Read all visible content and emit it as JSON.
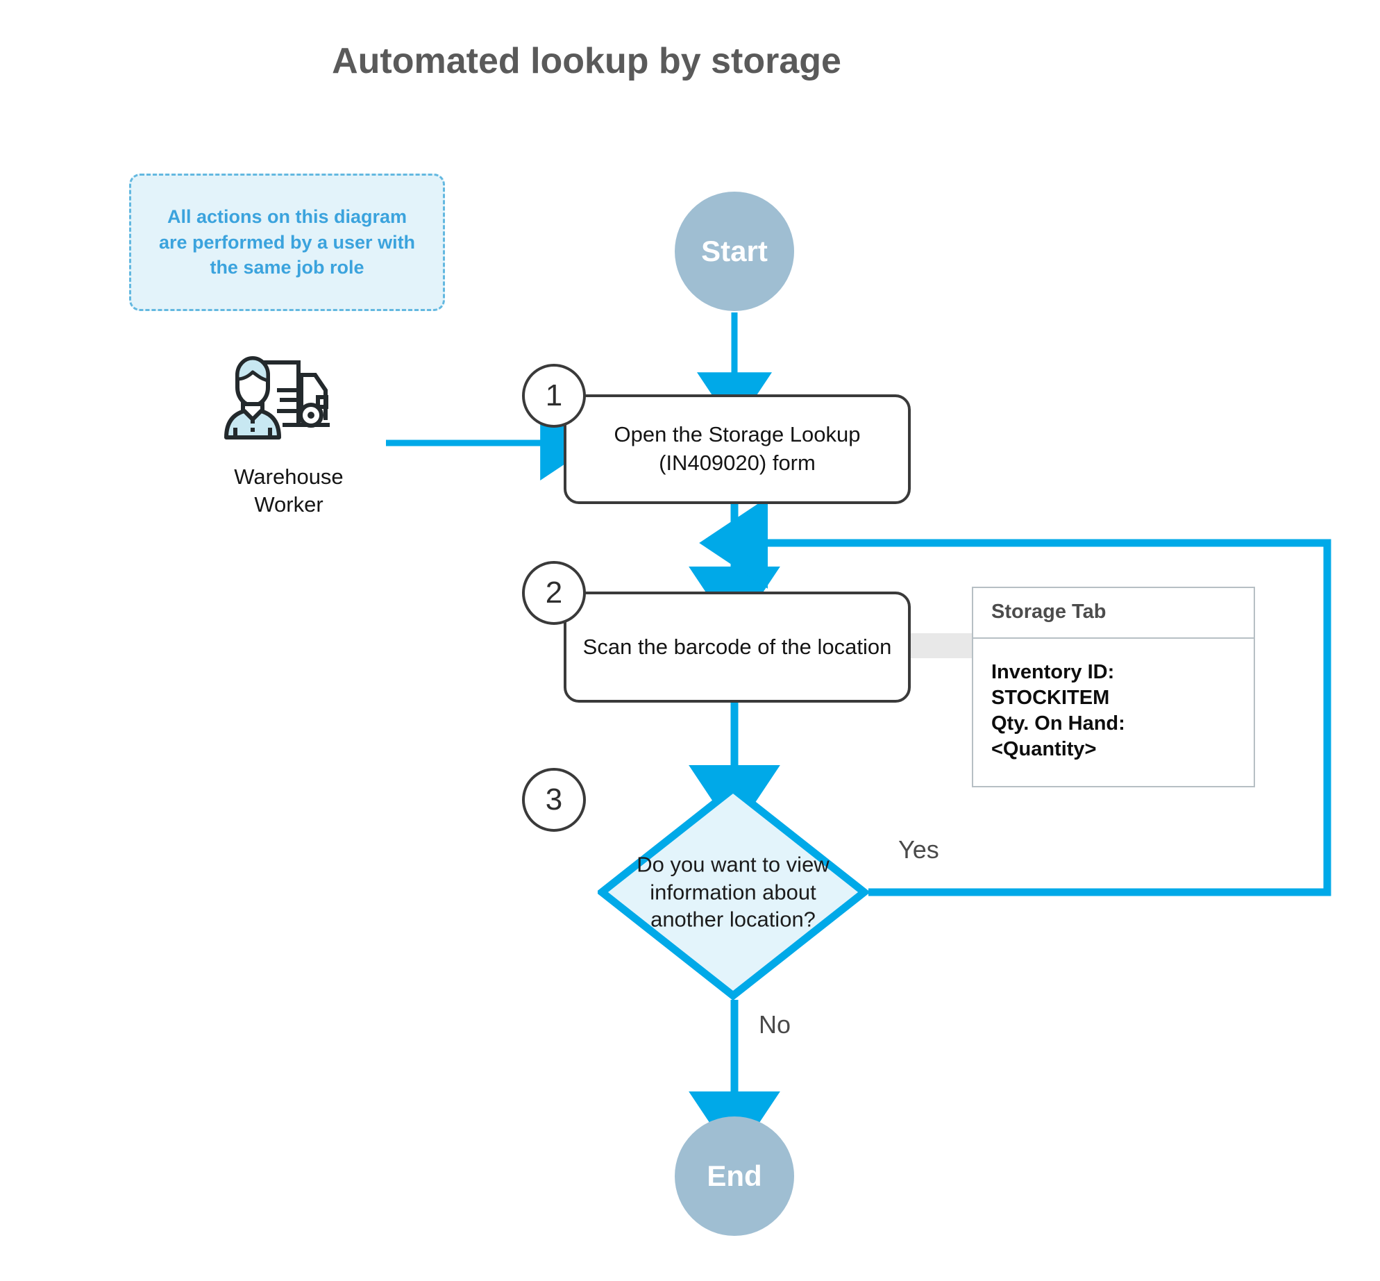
{
  "title": "Automated lookup by storage",
  "note": {
    "text": "All actions on this diagram\nare performed by a user with\nthe same job role"
  },
  "actor": {
    "icon": "warehouse-worker-truck-icon",
    "label": "Warehouse\nWorker"
  },
  "nodes": {
    "start": {
      "label": "Start",
      "shape": "circle"
    },
    "end": {
      "label": "End",
      "shape": "circle"
    },
    "step1": {
      "number": "1",
      "text": "Open the Storage Lookup\n(IN409020) form"
    },
    "step2": {
      "number": "2",
      "text": "Scan the barcode of the location"
    },
    "decision": {
      "number": "3",
      "text": "Do you want to view\ninformation about\nanother location?"
    }
  },
  "branches": {
    "yes": "Yes",
    "no": "No"
  },
  "panel": {
    "header": "Storage Tab",
    "body": "Inventory ID: STOCKITEM\nQty. On Hand: <Quantity>"
  },
  "colors": {
    "accent_blue": "#00a9e8",
    "terminator_fill": "#9fbed2",
    "decision_fill": "#e3f4fb",
    "note_fill": "#e3f3fa",
    "note_border": "#63b8e0",
    "note_text": "#3ba3dd",
    "box_border": "#3a3a3a",
    "title_text": "#5a5a5a",
    "panel_border": "#b6bfc4",
    "connector_gray": "#e8e8e8"
  }
}
